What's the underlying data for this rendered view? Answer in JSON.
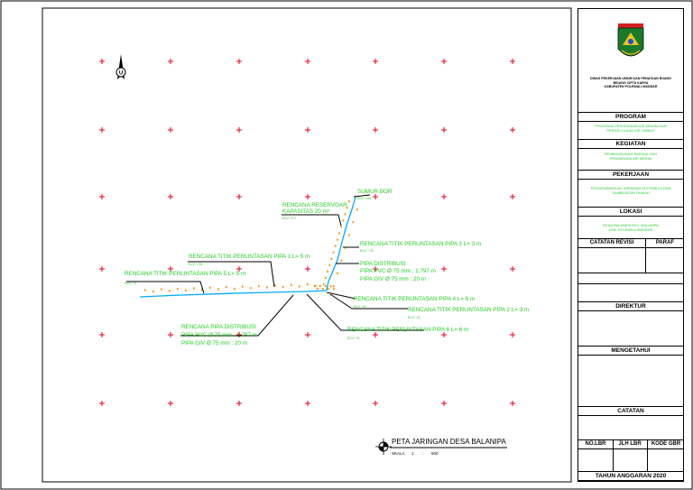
{
  "map": {
    "labels": {
      "sumur": "SUMUR BOR",
      "sumur_elv": "ELV: 151",
      "reservoir_1": "RENCANA RESERVOAR",
      "reservoir_2": "KAPASITAS 20 m³",
      "reservoir_elv": "ELV: V17",
      "tp3": "RENCANA TITIK PERLINTASAN PIPA 3 L= 3 m",
      "tp3_elv": "ELV: +11",
      "tp1": "RENCANA TITIK PERLINTASAN PIPA  1 L= 5 m",
      "tp1_elv": "ELV: +10",
      "dist_1": "PIPA DISTRIBUSI",
      "dist_2": "PIPA PVC Ø 75 mm : 1.797 m",
      "dist_3": "PIPA GIV Ø 75 mm : 20 m",
      "tp5": "RENCANA TITIK PERLINTASAN PIPA 5 L= 5 m",
      "tp5_elv": "ELV: +4",
      "tp4": "RENCANA TITIK PERLINTASAN PIPA 4 L= 6 m",
      "tp4_elv": "ELV: +5",
      "tp2": "RENCANA TITIK PERLINTASAN PIPA 2 L= 3 m",
      "tp2_elv": "ELV: +5",
      "rdist_1": "RENCANA PIPA DISTRIBUSI",
      "rdist_2": "PIPA PVC Ø 75 mm : 1.797 m",
      "rdist_3": "PIPA GIV Ø 75 mm : 20 m",
      "tp6": "RENCANA TITIK PERLINTASAN PIPA 6 L= 6 m",
      "tp6_elv": "ELV: +5",
      "compass": "U",
      "title": "PETA JARINGAN DESA BALANIPA",
      "scale_label": "SKALA",
      "scale_a": "1",
      "scale_sep": ":",
      "scale_b": "500"
    }
  },
  "panel": {
    "emblem_text": "POLEWALI MANDAR",
    "office_1": "DINAS PEKERJAAN UMUM DAN PENATAAN RUANG",
    "office_2": "BIDANG CIPTA KARYA",
    "office_3": "KABUPATEN POLEWALI MANDAR",
    "program_h": "PROGRAM",
    "program_1": "PROGRAM PENYEDIAAN AIR MINUM DAN",
    "program_2": "PENGELOLAAN AIR LIMBAH",
    "kegiatan_h": "KEGIATAN",
    "kegiatan_1": "PEMBANGUNAN SARANA DAN",
    "kegiatan_2": "PRASARANA AIR MINUM",
    "pekerjaan_h": "PEKERJAAN",
    "pekerjaan_1": "PENGEMBANGAN JARINGAN DISTRIBUSI DAN",
    "pekerjaan_2": "SAMBUNGAN RUMAH",
    "lokasi_h": "LOKASI",
    "lokasi_1": "DESA BALANIPA KEC. BALANIPA",
    "lokasi_2": "KAB. POLEWALI MANDAR",
    "revisi_h": "CATATAN REVISI",
    "paraf_h": "PARAF",
    "direktur_h": "DIREKTUR",
    "mengetahui_h": "MENGETAHUI",
    "catatan_h": "CATATAN",
    "nolbr_h": "NO.LBR",
    "jlhlbr_h": "JLH LBR",
    "kodegbr_h": "KODE GBR",
    "tahun_h": "TAHUN ANGGARAN 2020"
  },
  "colors": {
    "grid_cross": "#e8001c",
    "label": "#22cc22",
    "pipe": "#00aaff",
    "house": "#ff8800",
    "leader": "#000000"
  }
}
